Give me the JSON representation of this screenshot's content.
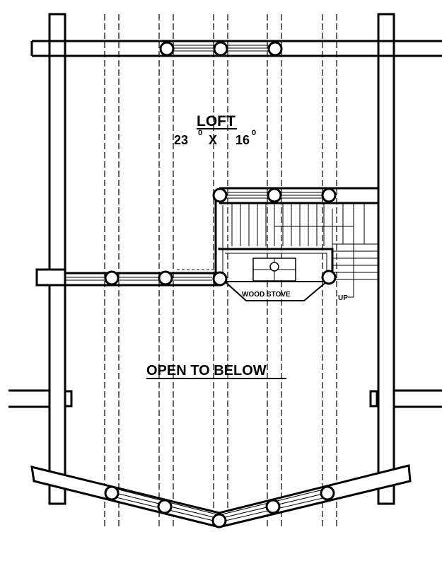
{
  "plan": {
    "room_name": "LOFT",
    "dim_width": "23",
    "dim_width_sup": "0",
    "dim_sep": "X",
    "dim_depth": "16",
    "dim_depth_sup": "0",
    "open_label": "OPEN TO BELOW",
    "stove_label": "WOOD STOVE",
    "stair_label": "UP"
  },
  "colors": {
    "ink": "#000000",
    "paper": "#ffffff"
  }
}
